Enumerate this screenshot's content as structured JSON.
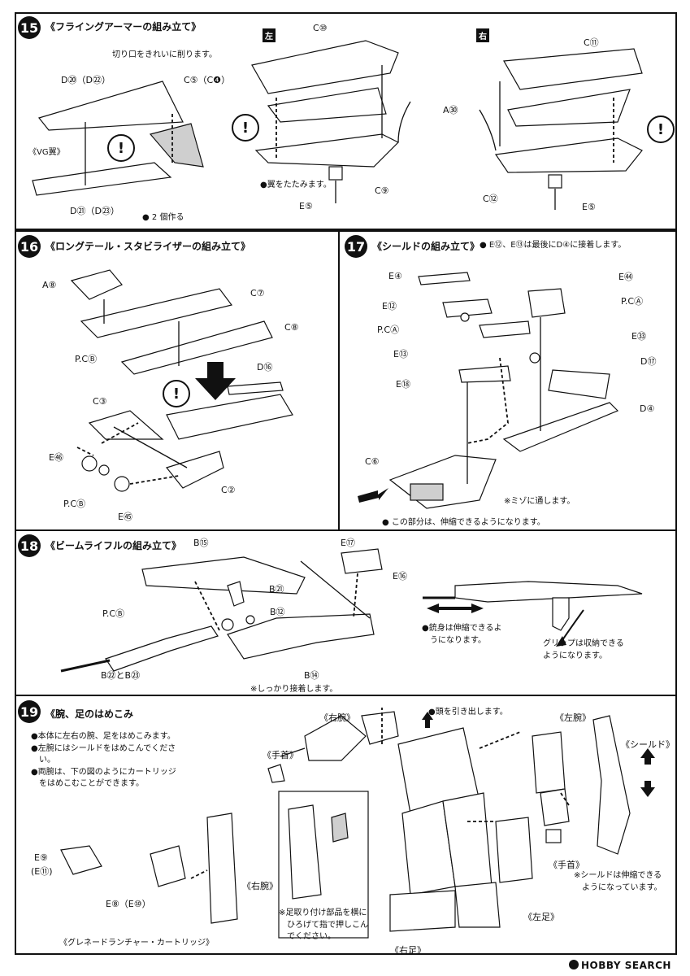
{
  "s15": {
    "num": "15",
    "title": "《フライングアーマーの組み立て》",
    "left_tag": "左",
    "right_tag": "右",
    "cut_note": "切り口をきれいに削ります。",
    "vg_wing": "《VG翼》",
    "two_pieces": "● 2 個作る",
    "fold_note": "●翼をたたみます。",
    "labels": {
      "d20": "D⑳（D㉒）",
      "c5": "C⑤（C❹）",
      "d21": "D㉑（D㉓）",
      "c10": "C⑩",
      "c11": "C⑪",
      "a30": "A㉚",
      "c9": "C⑨",
      "c12": "C⑫",
      "e5a": "E⑤",
      "e5b": "E⑤"
    }
  },
  "s16": {
    "num": "16",
    "title": "《ロングテール・スタビライザーの組み立て》",
    "labels": {
      "a8": "A⑧",
      "c7": "C⑦",
      "c8": "C⑧",
      "pcb": "P.CⒷ",
      "d16": "D⑯",
      "c3": "C③",
      "e46": "E㊻",
      "c2": "C②",
      "pcb2": "P.CⒷ",
      "e45": "E㊺"
    }
  },
  "s17": {
    "num": "17",
    "title": "《シールドの組み立て》",
    "sub": "● E⑫、E⑬は最後にD④に接着します。",
    "groove": "※ミゾに通します。",
    "extend": "● この部分は、伸縮できるようになります。",
    "labels": {
      "e4": "E④",
      "e44": "E㊹",
      "e12": "E⑫",
      "pca": "P.CⒶ",
      "pca2": "P.CⒶ",
      "e33": "E㉝",
      "e13": "E⑬",
      "d17": "D⑰",
      "e18": "E⑱",
      "d4": "D④",
      "c6": "C⑥"
    }
  },
  "s18": {
    "num": "18",
    "title": "《ビームライフルの組み立て》",
    "glue": "※しっかり接着します。",
    "barrel": [
      "●銃身は伸縮できるよ",
      "うになります。"
    ],
    "grip": [
      "グリップは収納できる",
      "ようになります。"
    ],
    "labels": {
      "b15": "B⑮",
      "e17": "E⑰",
      "b21": "B㉑",
      "e16": "E⑯",
      "pcb": "P.CⒷ",
      "b12": "B⑫",
      "b22": "B㉒とB㉓",
      "b14": "B⑭"
    }
  },
  "s19": {
    "num": "19",
    "title": "《腕、足のはめこみ",
    "notes": [
      "●本体に左右の腕、足をはめこみます。",
      "●左腕にはシールドをはめこんでくださ",
      "い。",
      "●両腕は、下の図のようにカートリッジ",
      "をはめこむことができます。"
    ],
    "head": "●頭を引き出します。",
    "shield_ext": [
      "※シールドは伸縮できる",
      "ようになっています。"
    ],
    "foot_note": [
      "※足取り付け部品を横に",
      "ひろげて指で押しこん",
      "でください。"
    ],
    "cartridge": "《グレネードランチャー・カートリッジ》",
    "labels": {
      "right_arm": "《右腕》",
      "left_arm": "《左腕》",
      "shield": "《シールド》",
      "hand_l": "《手首》",
      "hand_r": "《手首》",
      "e9": "E⑨",
      "e11": "(E⑪)",
      "e8": "E⑧（E⑩）",
      "right_arm2": "《右腕》",
      "left_leg": "《左足》",
      "right_leg": "《右足》"
    }
  },
  "footer": {
    "logo": "HOBBY SEARCH"
  }
}
